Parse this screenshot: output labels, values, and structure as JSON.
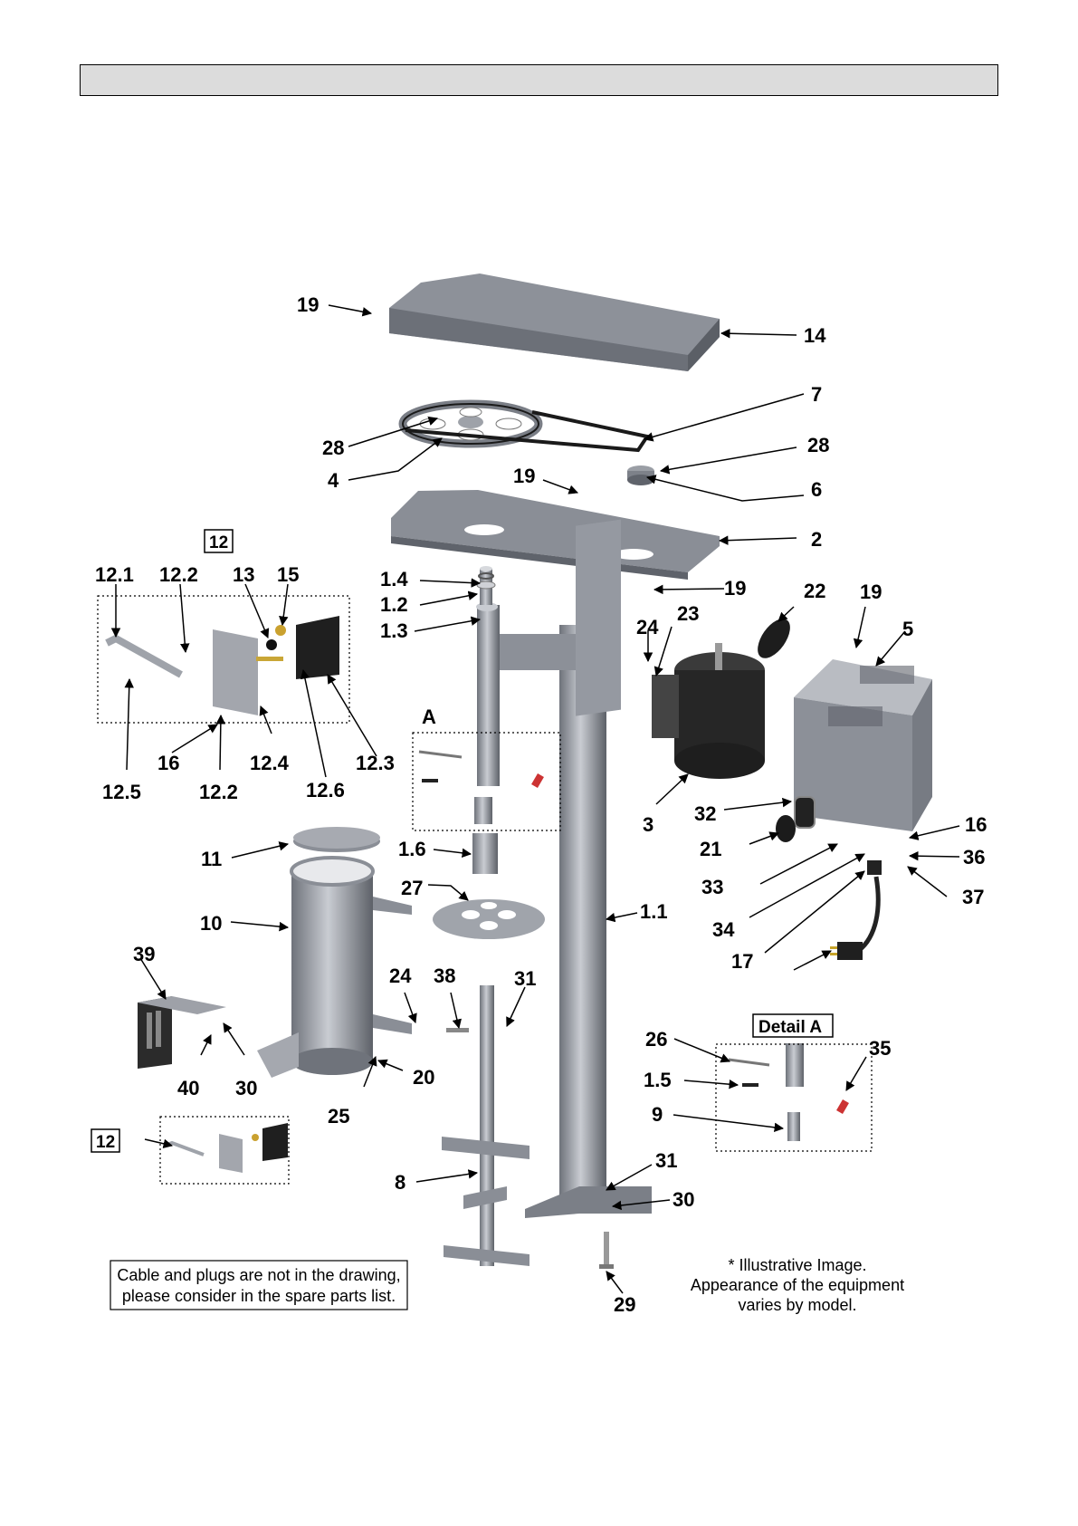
{
  "header": {
    "title": ""
  },
  "labels": {
    "p19a": "19",
    "p14": "14",
    "p7": "7",
    "p28a": "28",
    "p28b": "28",
    "p4": "4",
    "p19b": "19",
    "p6": "6",
    "p2": "2",
    "p12box": "12",
    "p12_1": "12.1",
    "p12_2a": "12.2",
    "p13": "13",
    "p15": "15",
    "p1_4": "1.4",
    "p1_2": "1.2",
    "p1_3": "1.3",
    "p19c": "19",
    "p22": "22",
    "p19d": "19",
    "p5": "5",
    "p24a": "24",
    "p23": "23",
    "p12_3": "12.3",
    "p12_4": "12.4",
    "p16a": "16",
    "p12_5": "12.5",
    "p12_2b": "12.2",
    "p12_6": "12.6",
    "pA": "A",
    "p3": "3",
    "p32": "32",
    "p21": "21",
    "p16b": "16",
    "p36": "36",
    "p33": "33",
    "p37": "37",
    "p34": "34",
    "p17": "17",
    "p11": "11",
    "p1_6": "1.6",
    "p27": "27",
    "p1_1": "1.1",
    "p10": "10",
    "p39": "39",
    "p24b": "24",
    "p38": "38",
    "p31a": "31",
    "p40": "40",
    "p30a": "30",
    "p25": "25",
    "p20": "20",
    "pDetailA": "Detail A",
    "p26": "26",
    "p35": "35",
    "p1_5": "1.5",
    "p9": "9",
    "p12box2": "12",
    "p8": "8",
    "p31b": "31",
    "p30b": "30",
    "p29": "29"
  },
  "notes": {
    "cable_line1": "Cable and plugs are not in the drawing,",
    "cable_line2": "please consider in the spare parts list.",
    "illus_line1": "* Illustrative Image.",
    "illus_line2": "Appearance of the equipment",
    "illus_line3": "varies by model."
  },
  "colors": {
    "steel": "#8a8e97",
    "steel_dark": "#5f636b",
    "steel_light": "#b7bac1",
    "motor": "#2a2a2a",
    "header_bg": "#dcdcdc"
  }
}
